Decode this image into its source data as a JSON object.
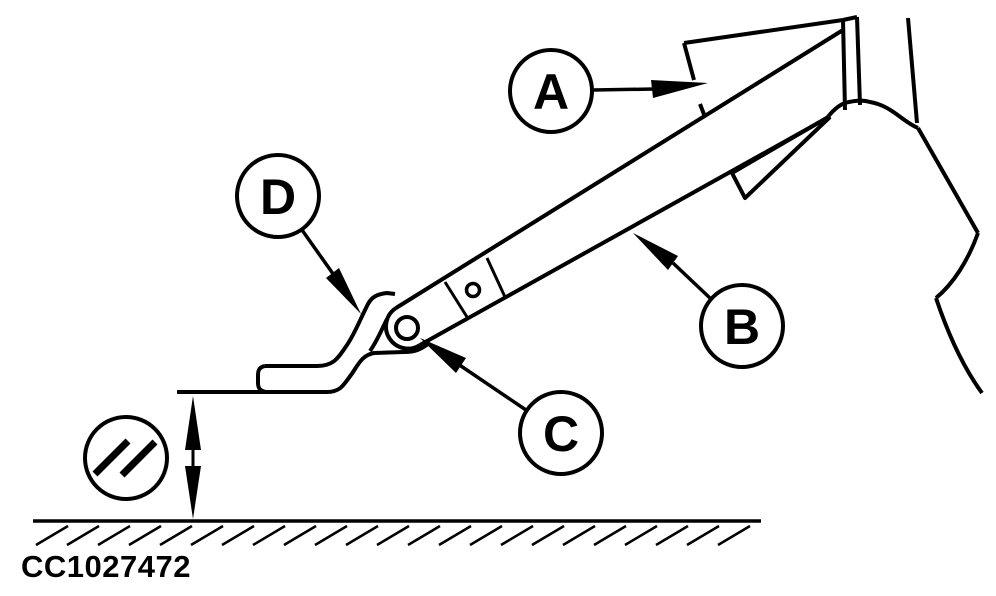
{
  "figure_id": "CC1027472",
  "callouts": [
    {
      "label": "A"
    },
    {
      "label": "B"
    },
    {
      "label": "C"
    },
    {
      "label": "D"
    }
  ],
  "icons": {
    "clearance_symbol": "double-slash-icon",
    "dimension_symbol": "up-down-arrow-icon"
  },
  "colors": {
    "ink": "#000000",
    "paper": "#ffffff"
  }
}
